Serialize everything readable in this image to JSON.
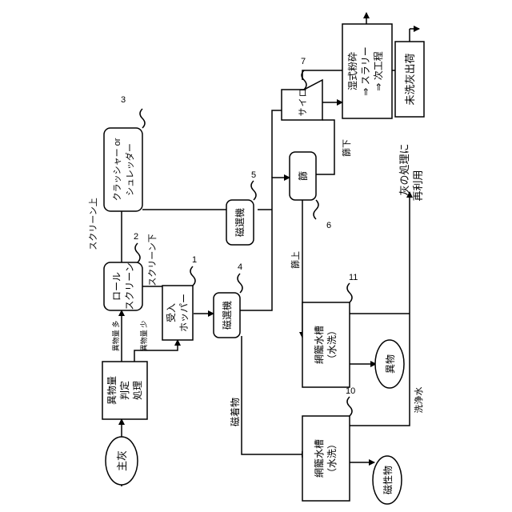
{
  "nodes": {
    "main_ash": "主灰",
    "foreign_judge": [
      "異物量",
      "判定",
      "処理"
    ],
    "hopper": [
      "受入",
      "ホッパー"
    ],
    "roll_screen": [
      "ロール",
      "スクリーン"
    ],
    "crusher": [
      "クラッシャー or",
      "シュレッダー"
    ],
    "mag_sep_a": "磁選機",
    "mag_sep_b": "磁選機",
    "sieve": "篩",
    "cyclone": [
      "サ",
      "イ",
      "ロ"
    ],
    "wet_grind": [
      "湿式粉砕",
      "⇒ スラリー",
      "⇒ 次工程"
    ],
    "unwashed": "未洗灰出荷",
    "mesh_tank_a": [
      "網籠水槽",
      "（水洗）"
    ],
    "mesh_tank_b": [
      "網籠水槽",
      "（水洗）"
    ],
    "foreign": "異物",
    "magnetic": "磁性物"
  },
  "labels": {
    "foreign_many": "異物量  多",
    "foreign_few": "異物量  少",
    "screen_over": "スクリーン上",
    "screen_under": "スクリーン下",
    "sieve_under": "篩下",
    "sieve_over": "篩上",
    "magnetic_stuff": "磁着物",
    "wash_water": "洗浄水",
    "reuse_line1": "灰の処理に",
    "reuse_line2": "再利用"
  },
  "refs": {
    "r1": "1",
    "r2": "2",
    "r3": "3",
    "r4": "4",
    "r5": "5",
    "r6": "6",
    "r7": "7",
    "r10": "10",
    "r11": "11"
  }
}
